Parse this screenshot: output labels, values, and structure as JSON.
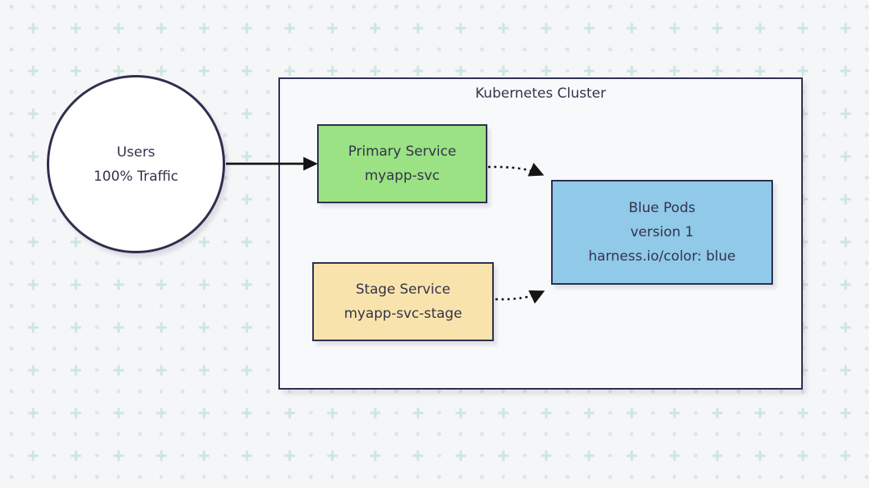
{
  "diagram": {
    "users_node": {
      "line1": "Users",
      "line2": "100% Traffic"
    },
    "cluster": {
      "title": "Kubernetes Cluster"
    },
    "primary_service": {
      "line1": "Primary Service",
      "line2": "myapp-svc"
    },
    "stage_service": {
      "line1": "Stage Service",
      "line2": "myapp-svc-stage"
    },
    "blue_pods": {
      "line1": "Blue Pods",
      "line2": "version 1",
      "line3": "harness.io/color: blue"
    },
    "colors": {
      "background": "#f5f6f8",
      "cluster_fill": "#f8f9fb",
      "border": "#2e2e4e",
      "text": "#33334b",
      "arrow": "#141414",
      "primary_service_fill": "#9ae283",
      "stage_service_fill": "#f9e3ad",
      "blue_pods_fill": "#91c9e8",
      "pattern_dot": "#d9e6ee",
      "pattern_plus": "#cee4e5"
    }
  }
}
